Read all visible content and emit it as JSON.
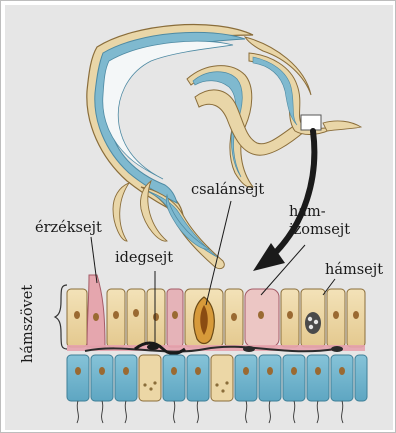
{
  "labels": {
    "cnidocyte": "csalánsejt",
    "epitheliomuscular_line1": "hám-",
    "epitheliomuscular_line2": "izomsejt",
    "sensory_cell": "érzéksejt",
    "nerve_cell": "idegsejt",
    "epithelial_cell": "hámsejt",
    "epithelial_tissue": "hámszövet"
  },
  "colors": {
    "background": "#e6e6e6",
    "outer_layer_cells": "#ecd7a6",
    "inner_layer_cells": "#6fb6cf",
    "body_wall_blue": "#7fb9cf",
    "body_cavity": "#f4f7f8",
    "muscle_fibers": "#e6a2ad",
    "nuclei": "#9a6a32",
    "arrow": "#1a1a1a"
  }
}
